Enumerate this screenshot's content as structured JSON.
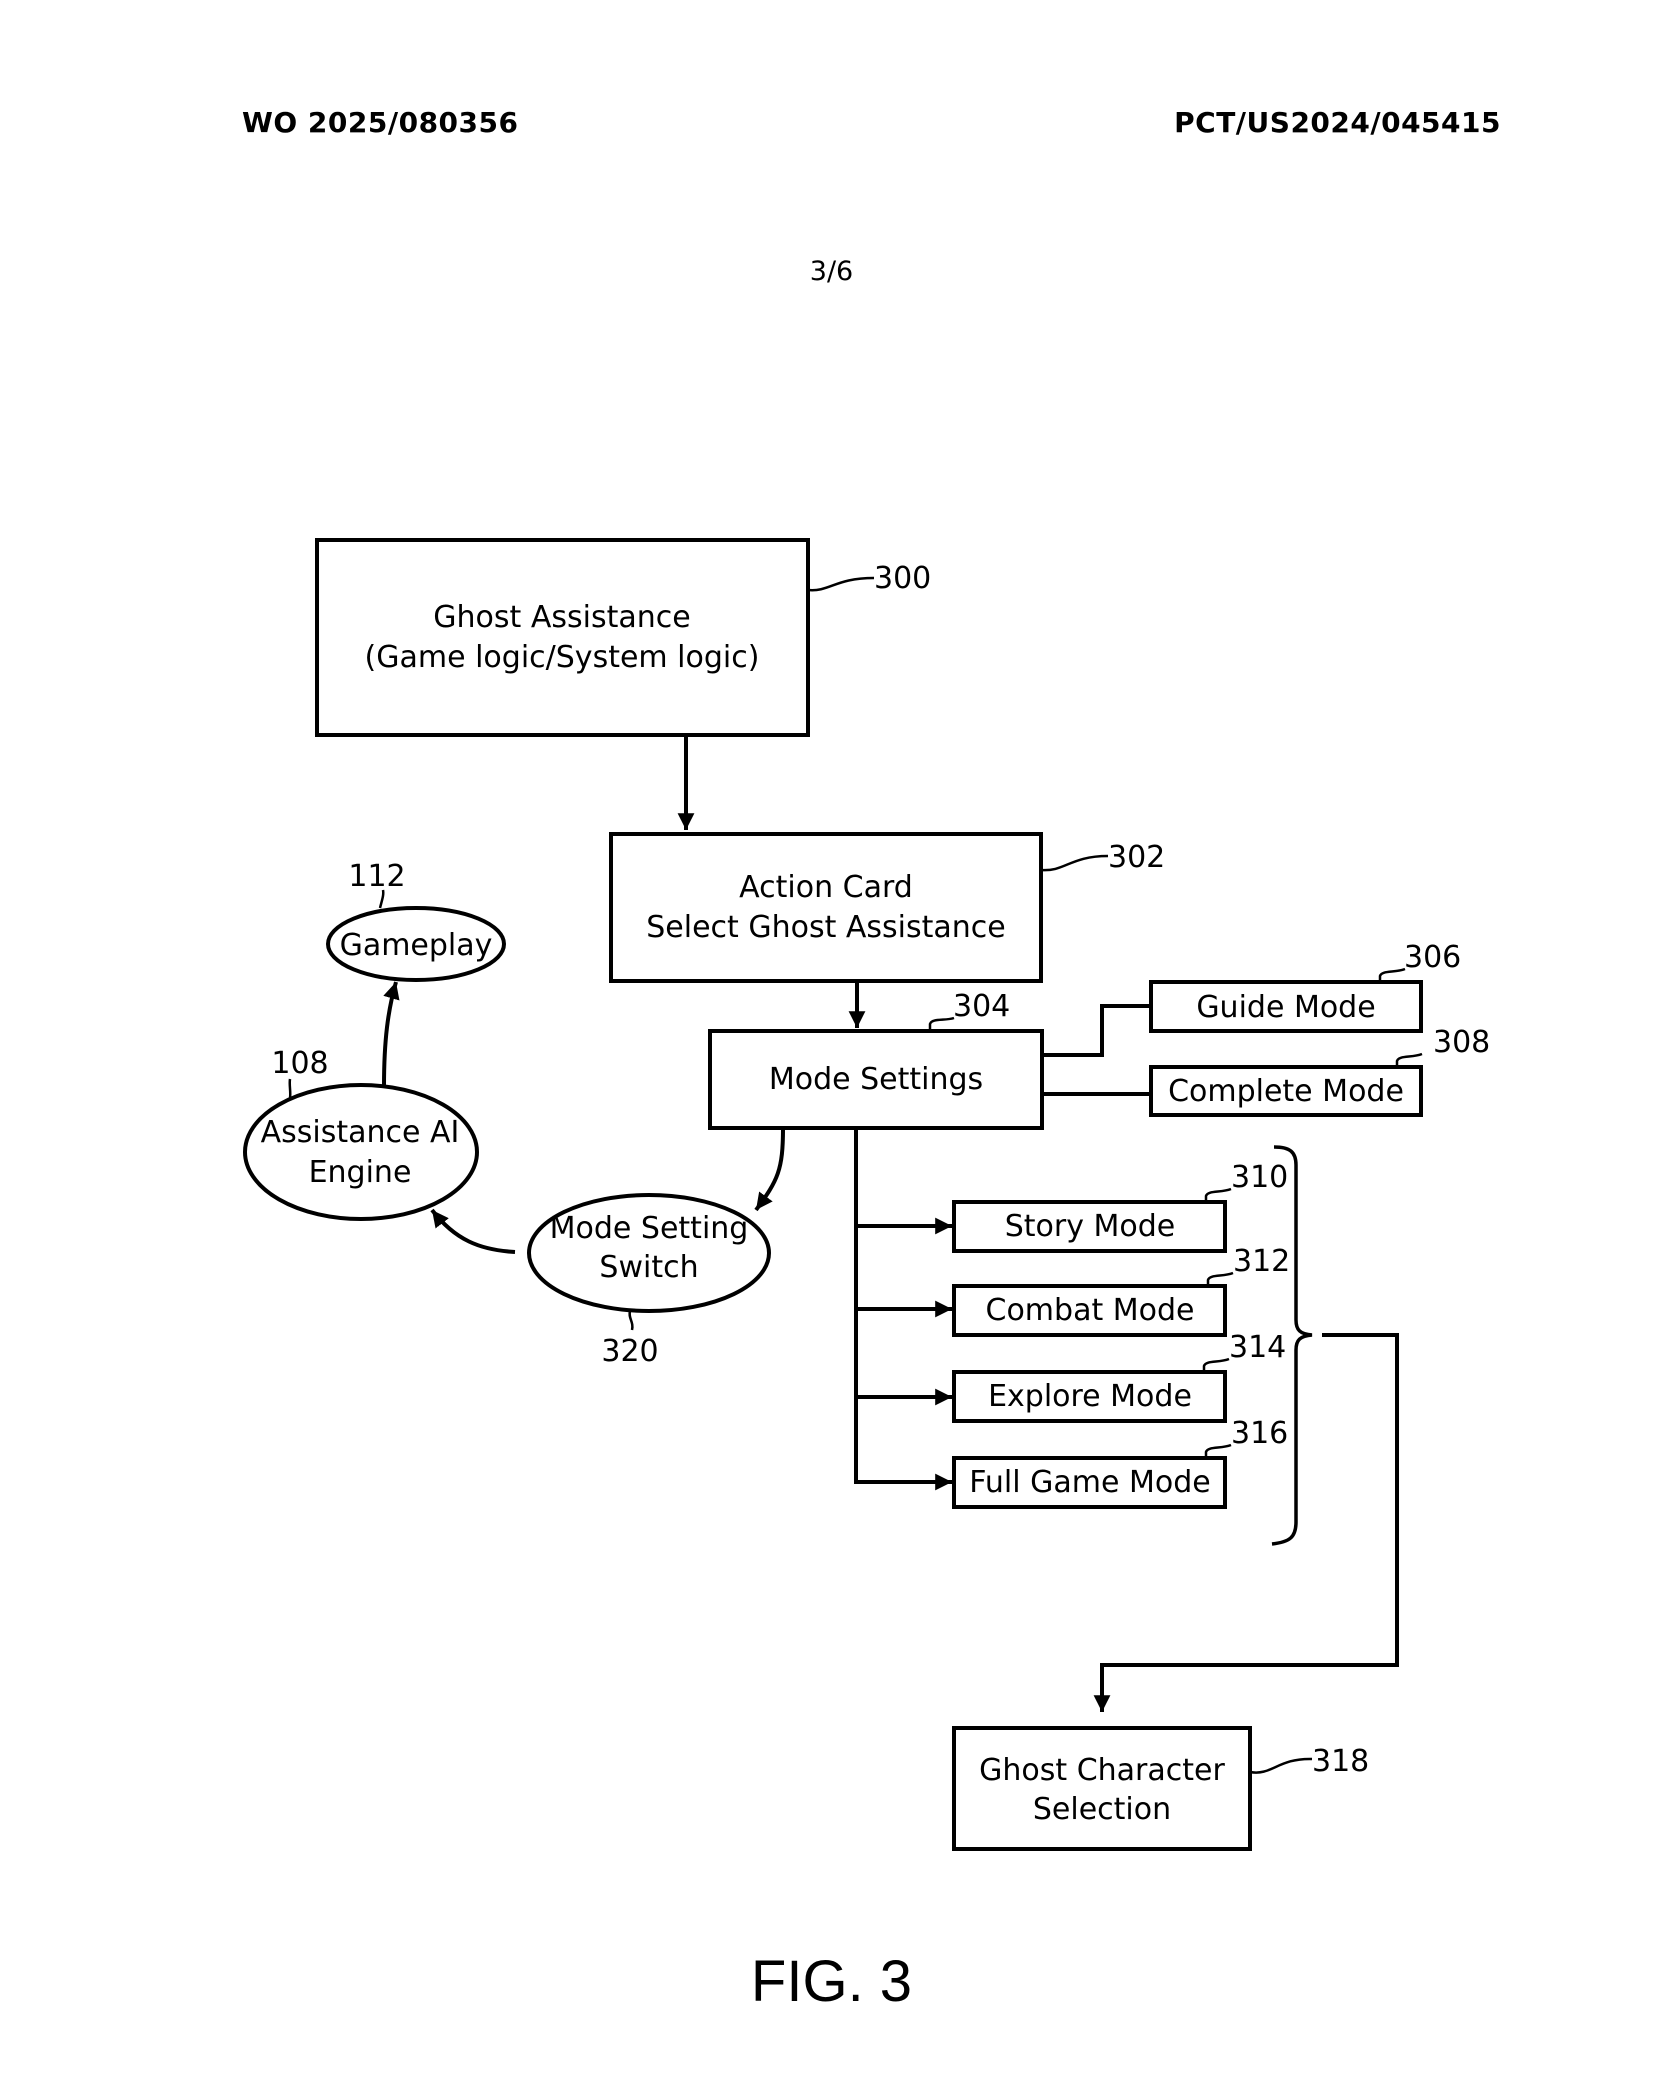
{
  "header": {
    "publication_number": "WO 2025/080356",
    "application_number": "PCT/US2024/045415",
    "sheet": "3/6"
  },
  "figure_label": "FIG. 3",
  "nodes": {
    "ghost_assistance": {
      "ref": "300",
      "lines": [
        "Ghost Assistance",
        "(Game logic/System logic)"
      ]
    },
    "action_card": {
      "ref": "302",
      "lines": [
        "Action Card",
        "Select Ghost Assistance"
      ]
    },
    "mode_settings": {
      "ref": "304",
      "lines": [
        "Mode Settings"
      ]
    },
    "guide_mode": {
      "ref": "306",
      "lines": [
        "Guide Mode"
      ]
    },
    "complete_mode": {
      "ref": "308",
      "lines": [
        "Complete Mode"
      ]
    },
    "story_mode": {
      "ref": "310",
      "lines": [
        "Story Mode"
      ]
    },
    "combat_mode": {
      "ref": "312",
      "lines": [
        "Combat Mode"
      ]
    },
    "explore_mode": {
      "ref": "314",
      "lines": [
        "Explore Mode"
      ]
    },
    "full_game_mode": {
      "ref": "316",
      "lines": [
        "Full Game Mode"
      ]
    },
    "ghost_character_selection": {
      "ref": "318",
      "lines": [
        "Ghost Character",
        "Selection"
      ]
    },
    "mode_setting_switch": {
      "ref": "320",
      "lines": [
        "Mode Setting",
        "Switch"
      ]
    },
    "assistance_ai_engine": {
      "ref": "108",
      "lines": [
        "Assistance AI",
        "Engine"
      ]
    },
    "gameplay": {
      "ref": "112",
      "lines": [
        "Gameplay"
      ]
    }
  }
}
